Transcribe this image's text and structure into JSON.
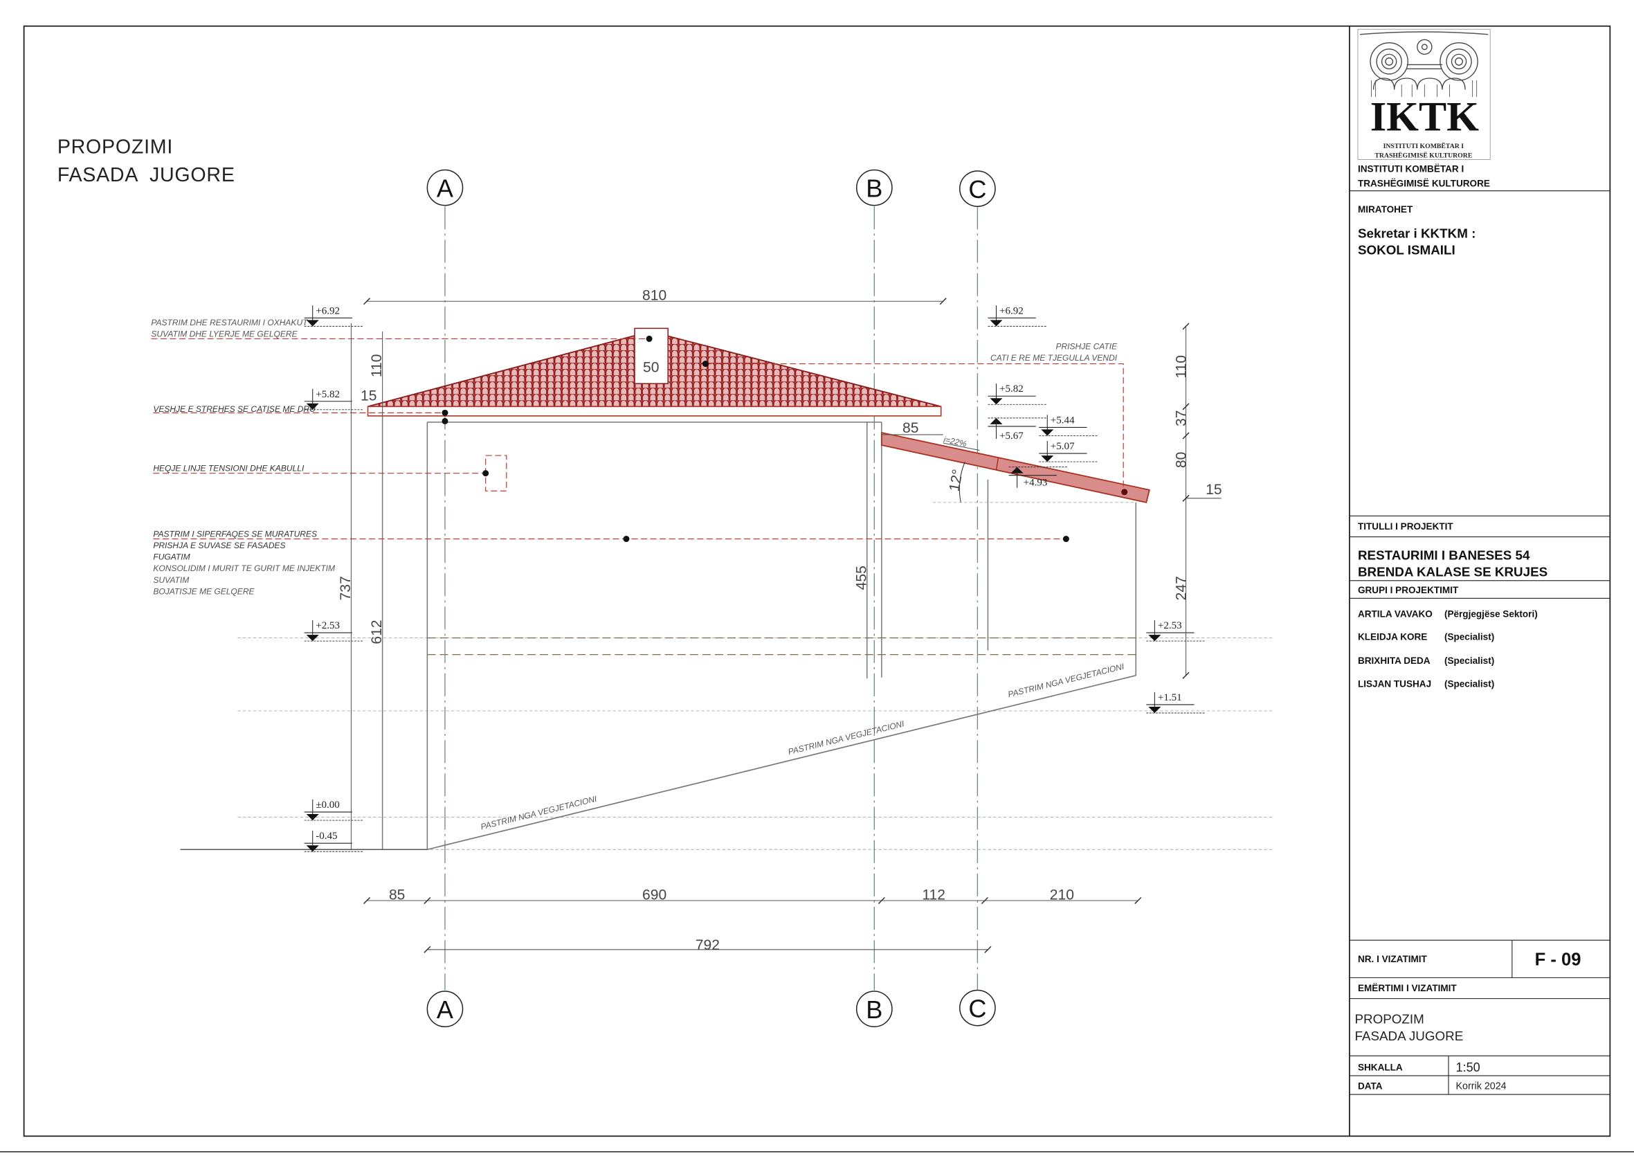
{
  "drawing": {
    "title_line1": "PROPOZIMI",
    "title_line2": "FASADA  JUGORE",
    "axes": [
      "A",
      "B",
      "C"
    ],
    "annotations_left": {
      "chimney_1": "PASTRIM DHE RESTAURIMI I OXHAKUT",
      "chimney_2": "SUVATIM DHE LYERJE ME GELQERE",
      "eave": "VESHJE E STREHES SE CATISE ME DRU",
      "cable": "HEQJE LINJE TENSIONI DHE KABULLI",
      "wall_1": "PASTRIM I SIPERFAQES SE MURATURES",
      "wall_2": "PRISHJA E SUVASE SE FASADES",
      "wall_3": "FUGATIM",
      "wall_4": "KONSOLIDIM I MURIT TE GURIT ME INJEKTIM",
      "wall_5": "SUVATIM",
      "wall_6": "BOJATISJE ME GELQERE"
    },
    "annotations_right": {
      "roof_1": "PRISHJE CATIE",
      "roof_2": "CATI E RE ME TJEGULLA VENDI"
    },
    "vegetation_label": "PASTRIM NGA VEGJETACIONI",
    "levels_left": [
      "+6.92",
      "+5.82",
      "+2.53",
      "±0.00",
      "-0.45"
    ],
    "levels_right": [
      "+6.92",
      "+5.82",
      "+5.67",
      "+5.44",
      "+5.07",
      "+4.93",
      "+2.53",
      "+1.51"
    ],
    "dimensions": {
      "top_total": "810",
      "roof_height_left": "110",
      "eave_thickness_left": "15",
      "chimney": "50",
      "height_737": "737",
      "height_612": "612",
      "height_455": "455",
      "shed_overhang": "85",
      "slope": "i=22%",
      "angle": "12°",
      "right_110": "110",
      "right_37": "37",
      "right_80": "80",
      "right_247": "247",
      "right_15": "15",
      "bottom_85": "85",
      "bottom_690": "690",
      "bottom_112": "112",
      "bottom_210": "210",
      "bottom_792": "792"
    },
    "colors": {
      "roof": "#9b1c1c",
      "shed": "#d98c8c",
      "annotation_line": "#c0392b"
    }
  },
  "title_block": {
    "logo_text": "IKTK",
    "logo_sub_1": "INSTITUTI KOMBËTAR I",
    "logo_sub_2": "TRASHËGIMISË KULTURORE",
    "institute_1": "INSTITUTI KOMBËTAR I",
    "institute_2": "TRASHËGIMISË KULTURORE",
    "approved_label": "MIRATOHET",
    "approver_1": "Sekretar i KKTKM :",
    "approver_2": "SOKOL ISMAILI",
    "project_title_label": "TITULLI I PROJEKTIT",
    "project_title_1": "RESTAURIMI I BANESES 54",
    "project_title_2": "BRENDA KALASE SE KRUJES",
    "team_label": "GRUPI I PROJEKTIMIT",
    "team": [
      {
        "name": "ARTILA VAVAKO",
        "role": "(Përgjegjëse Sektori)"
      },
      {
        "name": "KLEIDJA KORE",
        "role": "(Specialist)"
      },
      {
        "name": "BRIXHITA DEDA",
        "role": "(Specialist)"
      },
      {
        "name": "LISJAN TUSHAJ",
        "role": "(Specialist)"
      }
    ],
    "drawing_no_label": "NR. I VIZATIMIT",
    "drawing_no": "F - 09",
    "drawing_name_label": "EMËRTIMI I VIZATIMIT",
    "drawing_name_1": "PROPOZIM",
    "drawing_name_2": "FASADA JUGORE",
    "scale_label": "SHKALLA",
    "scale": "1:50",
    "date_label": "DATA",
    "date": "Korrik 2024"
  }
}
